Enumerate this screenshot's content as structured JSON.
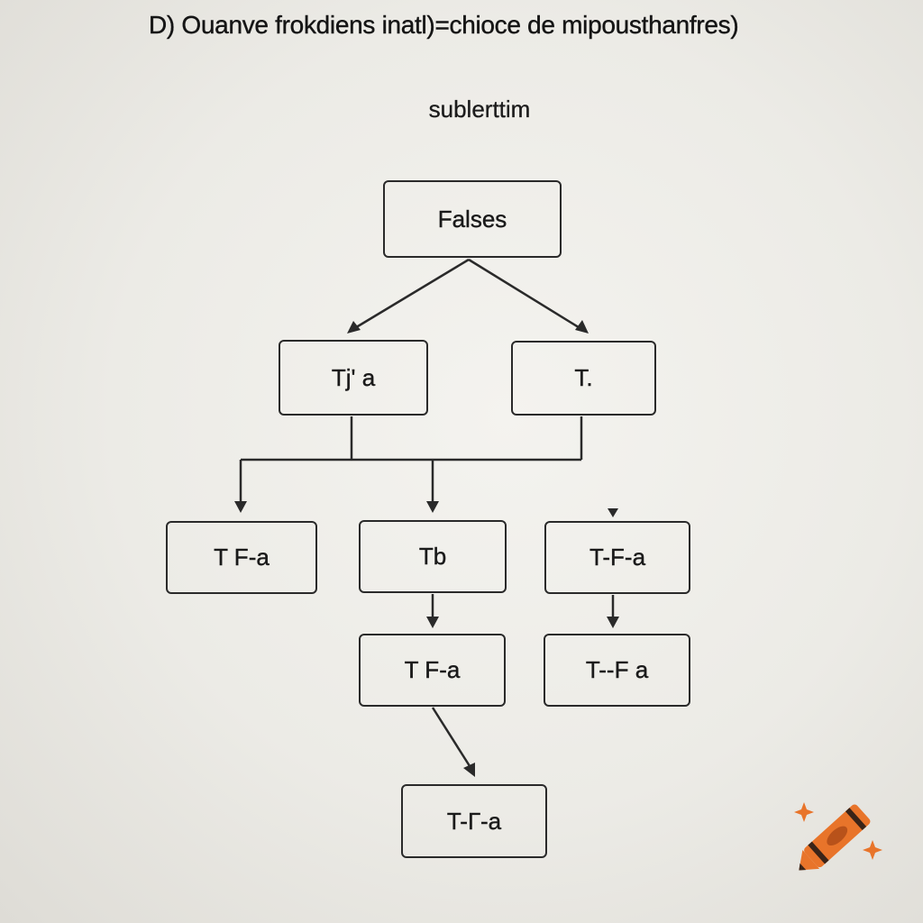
{
  "title": "D) Ouanve frokdiens inatl)=chioce de mipousthanfres)",
  "subtitle": "sublerttim",
  "nodes": {
    "root": "Falses",
    "left": "Tj' a",
    "right": "T.",
    "a": "T F-a",
    "b": "Tb",
    "c": "T-F-a",
    "d": "T F-a",
    "e": "T--F a",
    "f": "T-Г-a"
  },
  "colors": {
    "background": "#ecebe6",
    "stroke": "#2a2a2a",
    "logo_accent": "#e8742a"
  },
  "icons": {
    "logo": "crayon-logo-icon"
  }
}
